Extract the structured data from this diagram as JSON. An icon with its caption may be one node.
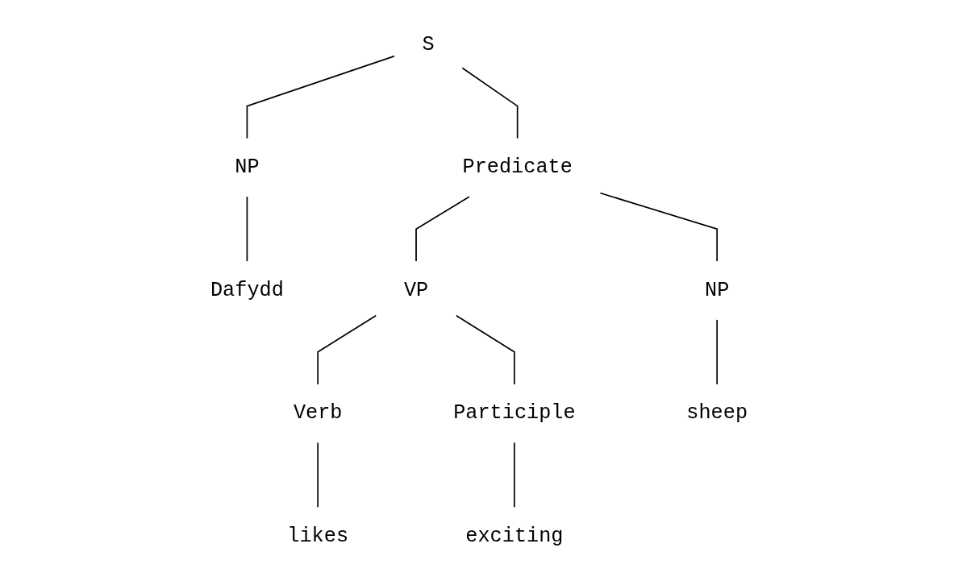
{
  "diagram": {
    "nodes": [
      {
        "text": [
          "S"
        ]
      },
      {
        "text": [
          "NP"
        ]
      },
      {
        "text": [
          "Predicate"
        ]
      },
      {
        "text": [
          "Dafydd"
        ]
      },
      {
        "text": [
          "VP"
        ]
      },
      {
        "text": [
          "Verb"
        ]
      },
      {
        "text": [
          "Participle"
        ]
      },
      {
        "text": [
          "NP"
        ]
      },
      {
        "text": [
          "likes"
        ]
      },
      {
        "text": [
          "exciting"
        ]
      },
      {
        "text": [
          "sheep"
        ]
      }
    ],
    "edges": [
      {
        "from": 0,
        "to": 1,
        "arrow": "none"
      },
      {
        "from": 0,
        "to": 2,
        "arrow": "none"
      },
      {
        "from": 1,
        "to": 3,
        "arrow": "none"
      },
      {
        "from": 2,
        "to": 4,
        "arrow": "none"
      },
      {
        "from": 4,
        "to": 5,
        "arrow": "none"
      },
      {
        "from": 4,
        "to": 6,
        "arrow": "none"
      },
      {
        "from": 2,
        "to": 7,
        "arrow": "none"
      },
      {
        "from": 5,
        "to": 8,
        "arrow": "none"
      },
      {
        "from": 6,
        "to": 9,
        "arrow": "none"
      },
      {
        "from": 7,
        "to": 10,
        "arrow": "none"
      }
    ]
  }
}
